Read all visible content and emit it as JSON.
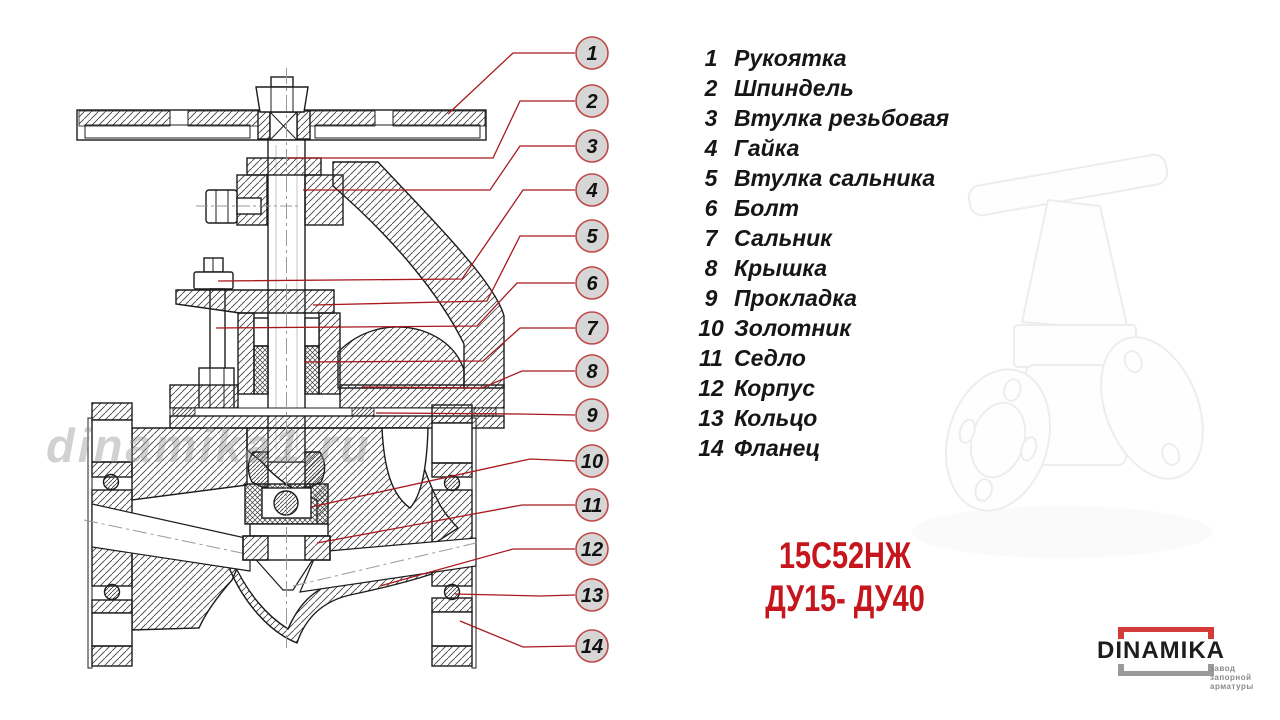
{
  "diagram": {
    "watermark_text": "dinamika1.ru",
    "parts": [
      {
        "num": "1",
        "name": "Рукоятка"
      },
      {
        "num": "2",
        "name": "Шпиндель"
      },
      {
        "num": "3",
        "name": "Втулка резьбовая"
      },
      {
        "num": "4",
        "name": "Гайка"
      },
      {
        "num": "5",
        "name": "Втулка сальника"
      },
      {
        "num": "6",
        "name": "Болт"
      },
      {
        "num": "7",
        "name": "Сальник"
      },
      {
        "num": "8",
        "name": "Крышка"
      },
      {
        "num": "9",
        "name": "Прокладка"
      },
      {
        "num": "10",
        "name": "Золотник"
      },
      {
        "num": "11",
        "name": "Седло"
      },
      {
        "num": "12",
        "name": "Корпус"
      },
      {
        "num": "13",
        "name": "Кольцо"
      },
      {
        "num": "14",
        "name": "Фланец"
      }
    ]
  },
  "product": {
    "model_code": "15С52НЖ",
    "size_range": "ДУ15- ДУ40"
  },
  "logo": {
    "brand": "DINAMIKA",
    "tagline_line1": "завод",
    "tagline_line2": "запорной",
    "tagline_line3": "арматуры"
  },
  "colors": {
    "leader_red": "#a8191f",
    "code_red": "#c4161c",
    "circle_fill": "#d6d6d6",
    "circle_border": "#bf4a48",
    "drawing_line": "#1c1c1c",
    "logo_red": "#d23b38",
    "logo_gray": "#9a9a9a"
  }
}
